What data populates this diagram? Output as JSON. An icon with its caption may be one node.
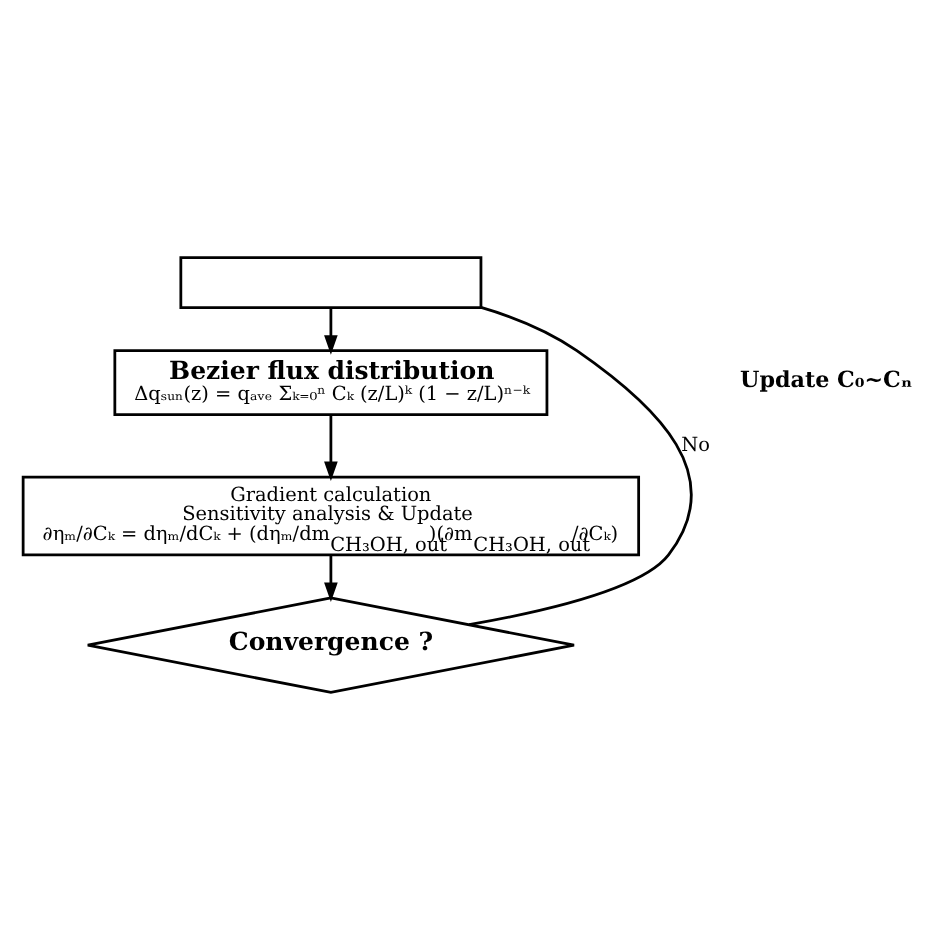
{
  "diagram": {
    "nodes": [
      {
        "text": [],
        "shape": "box"
      },
      {
        "text": [
          "Bezier flux distribution",
          "Δqₛᵤₙ(z) = qₐᵥₑ Σₖ₌₀ⁿ Cₖ (z/L)ᵏ (1 − z/L)ⁿ⁻ᵏ"
        ]
      },
      {
        "text": [
          "Gradient calculation",
          "Sensitivity analysis & Update",
          "∂ηₘ/∂Cₖ = dηₘ/dCₖ + (dηₘ/dm$_{CH₃OH, out}$)(∂m$_{CH₃OH, out}$/∂Cₖ)"
        ]
      },
      {
        "text": [
          "Convergence ?"
        ]
      }
    ],
    "edges": [
      {
        "from": 0,
        "to": 1,
        "arrow": "to"
      },
      {
        "from": 1,
        "to": 2,
        "arrow": "to"
      },
      {
        "from": 2,
        "to": 3,
        "arrow": "to"
      },
      {
        "from": 3,
        "to": 0,
        "arrow": "none",
        "label": "No"
      }
    ],
    "labels": [
      "Update C₀~Cₙ"
    ]
  }
}
